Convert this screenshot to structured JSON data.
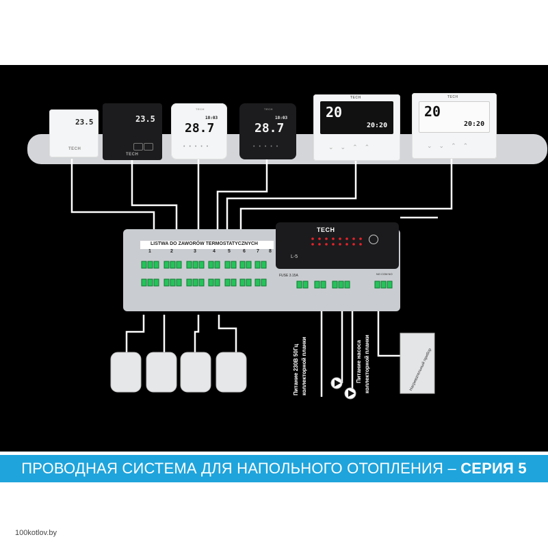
{
  "devices": [
    {
      "name": "thermostat-1",
      "display": "23.5",
      "brand": "TECH"
    },
    {
      "name": "thermostat-2",
      "display": "23.5",
      "brand": "TECH"
    },
    {
      "name": "thermostat-3",
      "display": "28.7",
      "time": "18:03",
      "brand": "TECH"
    },
    {
      "name": "thermostat-4",
      "display": "28.7",
      "time": "18:03",
      "brand": "TECH"
    },
    {
      "name": "thermostat-5",
      "display": "20",
      "time": "20:20",
      "brand": "TECH"
    },
    {
      "name": "thermostat-6",
      "display": "20",
      "time": "20:20",
      "brand": "TECH"
    }
  ],
  "controller": {
    "brand": "TECH",
    "model": "L-5",
    "strip_title": "LISTWA DO ZAWORÓW TERMOSTATYCZNYCH",
    "zones": [
      "1",
      "2",
      "3",
      "4",
      "5",
      "6",
      "7",
      "8"
    ],
    "fuse": "FUSE 3.15A",
    "no_com": "NO COM NO"
  },
  "labels": {
    "power": "Питание 230В 50Гц",
    "power_line2": "коллекторной планки",
    "pump": "Питание насоса",
    "pump_line2": "коллекторной планки",
    "heater": "Нагревательный прибор"
  },
  "caption": {
    "text": "ПРОВОДНАЯ СИСТЕМА ДЛЯ НАПОЛЬНОГО ОТОПЛЕНИЯ – ",
    "bold": "СЕРИЯ 5"
  },
  "watermark": "100kotlov.by",
  "colors": {
    "banner": "#1fa4dc",
    "background": "#000000",
    "terminal": "#25c35a",
    "led": "#e8232a"
  }
}
